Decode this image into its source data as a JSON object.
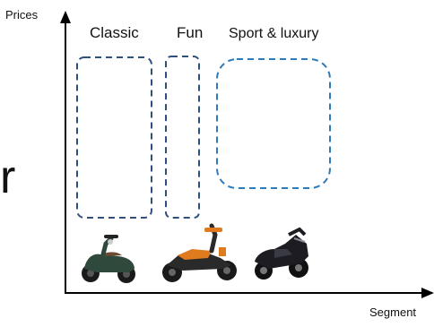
{
  "axes": {
    "y_label": "Prices",
    "x_label": "Segment"
  },
  "segments": [
    {
      "id": "classic",
      "label": "Classic",
      "box_color": "#2f4f7f"
    },
    {
      "id": "fun",
      "label": "Fun",
      "box_color": "#2f4f7f"
    },
    {
      "id": "sport",
      "label": "Sport & luxury",
      "box_color": "#2f7ab8"
    }
  ],
  "partial_text": "r",
  "scooters": [
    {
      "name": "classic-scooter-icon",
      "body_color": "#2f4a3c"
    },
    {
      "name": "fun-scooter-icon",
      "body_color": "#e07a1f"
    },
    {
      "name": "sport-scooter-icon",
      "body_color": "#1c1c22"
    }
  ]
}
